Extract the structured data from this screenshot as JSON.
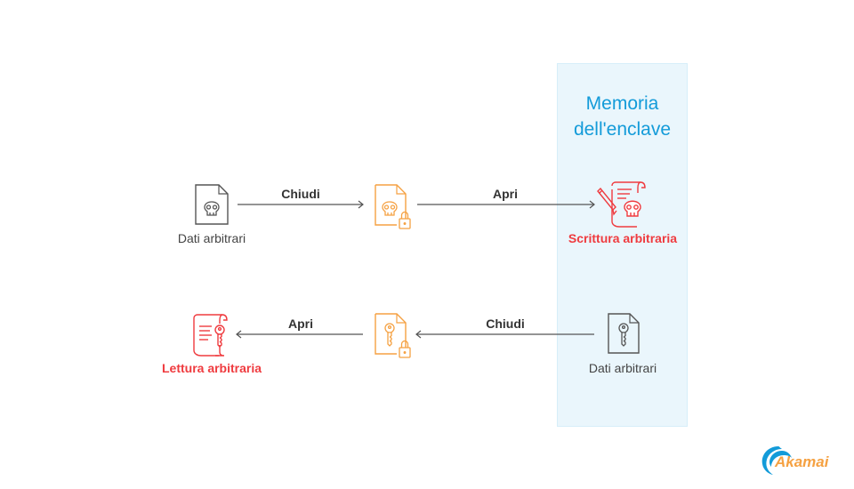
{
  "panel": {
    "title_line1": "Memoria",
    "title_line2": "dell'enclave",
    "color": "#139bd9",
    "background": "#eaf6fc"
  },
  "row1": {
    "source": {
      "label": "Dati arbitrari",
      "icon": "skull-document-icon"
    },
    "step1_label": "Chiudi",
    "sealed": {
      "icon": "locked-skull-document-icon"
    },
    "step2_label": "Apri",
    "result": {
      "label": "Scrittura arbitraria",
      "icon": "scroll-pen-skull-icon"
    }
  },
  "row2": {
    "source": {
      "label": "Dati arbitrari",
      "icon": "key-document-icon"
    },
    "step1_label": "Chiudi",
    "sealed": {
      "icon": "locked-key-document-icon"
    },
    "step2_label": "Apri",
    "result": {
      "label": "Lettura arbitraria",
      "icon": "scroll-key-icon"
    }
  },
  "colors": {
    "gray": "#444444",
    "orange": "#f5a142",
    "red": "#ef3b3f"
  },
  "logo": {
    "text": "Akamai"
  }
}
